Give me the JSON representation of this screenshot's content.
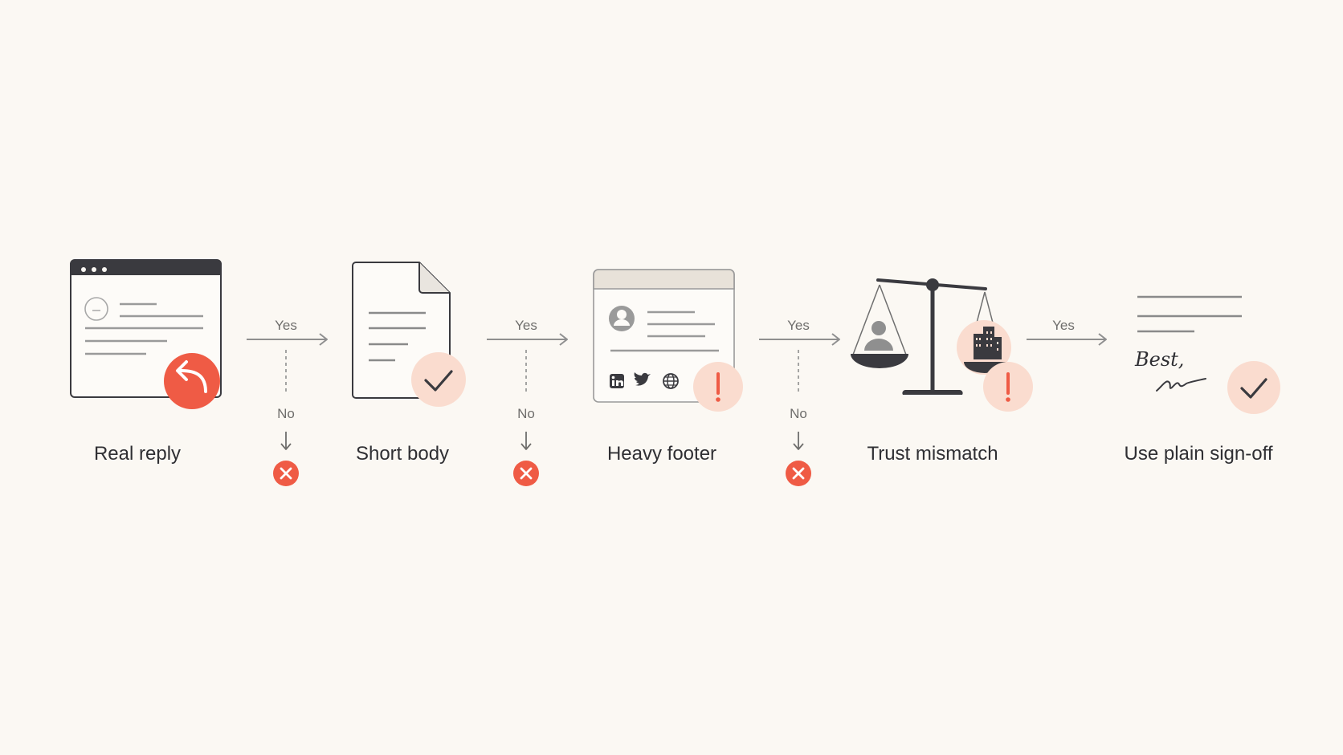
{
  "colors": {
    "background": "#fbf8f3",
    "ink": "#3a3a3f",
    "line": "#8f8f8f",
    "accent": "#ef5b45",
    "accent_soft": "#fadccf",
    "dark_bar": "#3a3a3f"
  },
  "steps": [
    {
      "label": "Real reply",
      "icon": "email-window-icon",
      "badge": "reply-arrow-icon"
    },
    {
      "label": "Short body",
      "icon": "document-icon",
      "badge": "check-icon"
    },
    {
      "label": "Heavy footer",
      "icon": "signature-footer-icon",
      "badge": "exclamation-icon"
    },
    {
      "label": "Trust mismatch",
      "icon": "balance-scale-icon",
      "badge": "exclamation-icon"
    },
    {
      "label": "Use plain sign-off",
      "icon": "plain-signoff-icon",
      "badge": "check-icon",
      "signoff_text": "Best,"
    }
  ],
  "connectors": [
    {
      "yes": "Yes",
      "no": "No",
      "no_outcome": "x-icon"
    },
    {
      "yes": "Yes",
      "no": "No",
      "no_outcome": "x-icon"
    },
    {
      "yes": "Yes",
      "no": "No",
      "no_outcome": "x-icon"
    },
    {
      "yes": "Yes"
    }
  ]
}
